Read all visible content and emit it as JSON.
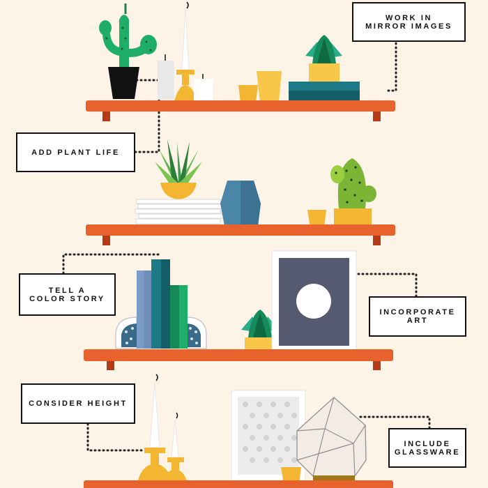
{
  "labels": {
    "mirror_images": [
      "WORK IN",
      "MIRROR IMAGES"
    ],
    "plant_life": [
      "ADD PLANT LIFE"
    ],
    "color_story": [
      "TELL A",
      "COLOR STORY"
    ],
    "incorporate_art": [
      "INCORPORATE",
      "ART"
    ],
    "consider_height": [
      "CONSIDER HEIGHT"
    ],
    "include_glassware": [
      "INCLUDE",
      "GLASSWARE"
    ]
  },
  "colors": {
    "background": "#fdf3e7",
    "shelf": "#e8622e",
    "bracket": "#b53a17",
    "gold": "#f2b632",
    "yellow": "#f8c74a",
    "teal": "#1b7a86",
    "green": "#1fae6a",
    "blue_vase": "#4a86a8",
    "navy_art": "#555a70",
    "leader": "#222222"
  },
  "icons": [
    "cactus-icon",
    "candle-icon",
    "succulent-icon",
    "books-icon",
    "vase-icon",
    "geode-bookend-icon",
    "framed-art-icon",
    "terrarium-icon"
  ]
}
